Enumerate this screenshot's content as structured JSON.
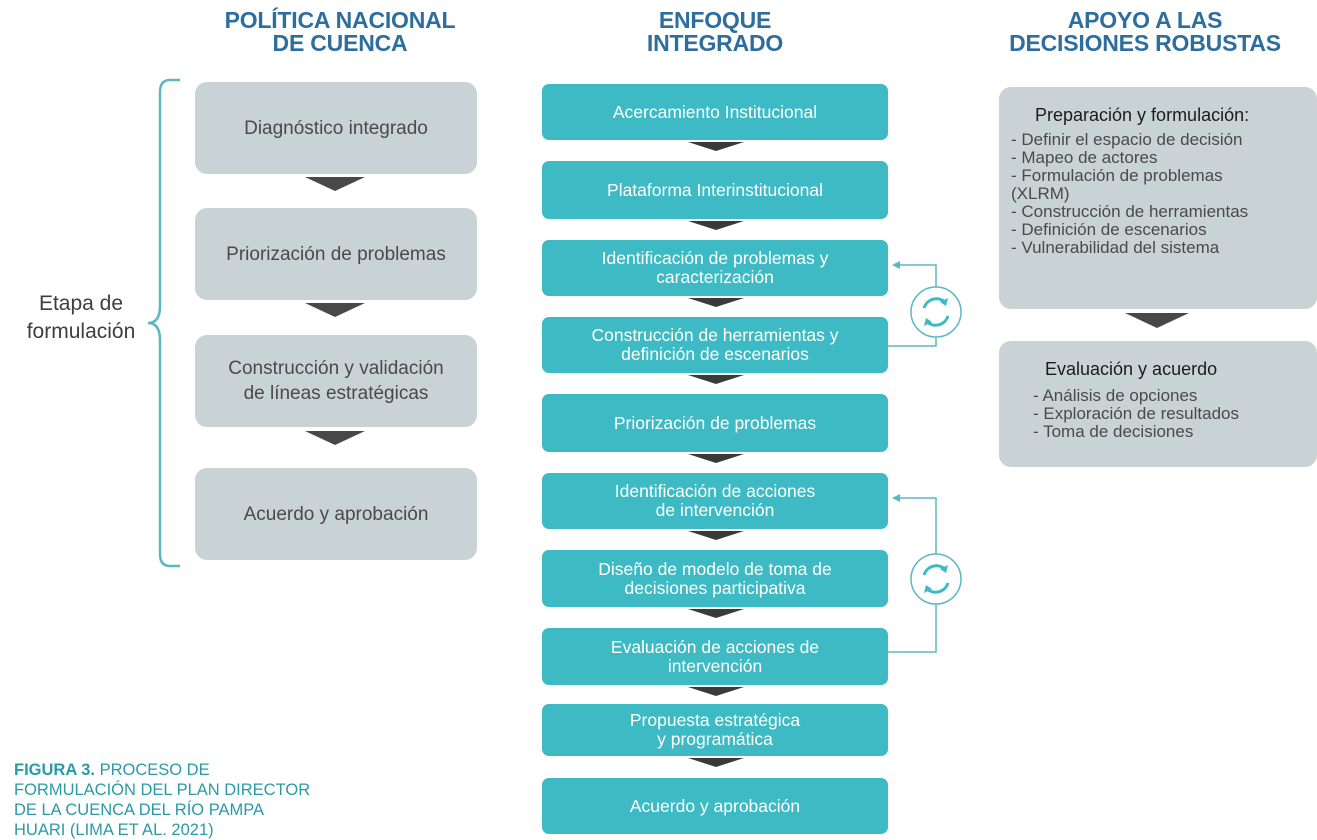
{
  "columns": {
    "left_title": [
      "POLÍTICA NACIONAL",
      "DE CUENCA"
    ],
    "middle_title": [
      "ENFOQUE",
      "INTEGRADO"
    ],
    "right_title": [
      "APOYO A LAS",
      "DECISIONES ROBUSTAS"
    ]
  },
  "stage_label": [
    "Etapa de",
    "formulación"
  ],
  "national_policy_steps": [
    [
      "Diagnóstico integrado"
    ],
    [
      "Priorización de problemas"
    ],
    [
      "Construcción y validación",
      "de líneas estratégicas"
    ],
    [
      "Acuerdo y aprobación"
    ]
  ],
  "integrated_steps": [
    [
      "Acercamiento Institucional"
    ],
    [
      "Plataforma Interinstitucional"
    ],
    [
      "Identificación de problemas y",
      "caracterización"
    ],
    [
      "Construcción de herramientas y",
      "definición de escenarios"
    ],
    [
      "Priorización de problemas"
    ],
    [
      "Identificación de acciones",
      "de intervención"
    ],
    [
      "Diseño de modelo de toma de",
      "decisiones participativa"
    ],
    [
      "Evaluación de acciones de",
      "intervención"
    ],
    [
      "Propuesta estratégica",
      "y programática"
    ],
    [
      "Acuerdo y aprobación"
    ]
  ],
  "rdm": {
    "prep_title": "Preparación y formulación:",
    "prep_items": [
      "- Definir el espacio de decisión",
      "- Mapeo de actores",
      "- Formulación de problemas",
      "(XLRM)",
      "- Construcción de herramientas",
      "- Definición de escenarios",
      "- Vulnerabilidad del sistema"
    ],
    "eval_title": "Evaluación y acuerdo",
    "eval_items": [
      "- Análisis de opciones",
      "- Exploración de resultados",
      "- Toma de decisiones"
    ]
  },
  "caption": {
    "label": "FIGURA 3.",
    "text": " PROCESO DE FORMULACIÓN DEL PLAN DIRECTOR DE LA CUENCA DEL RÍO PAMPA HUARI (LIMA ET AL. 2021)"
  },
  "colors": {
    "title_blue": "#2d6e9e",
    "teal_box": "#3dbac4",
    "grey_box": "#c9d3d5",
    "bracket": "#5ab8c4",
    "arrow": "#484848",
    "caption": "#2a9aa8"
  },
  "icons": [
    "cycle-arrows-icon",
    "cycle-arrows-icon"
  ]
}
